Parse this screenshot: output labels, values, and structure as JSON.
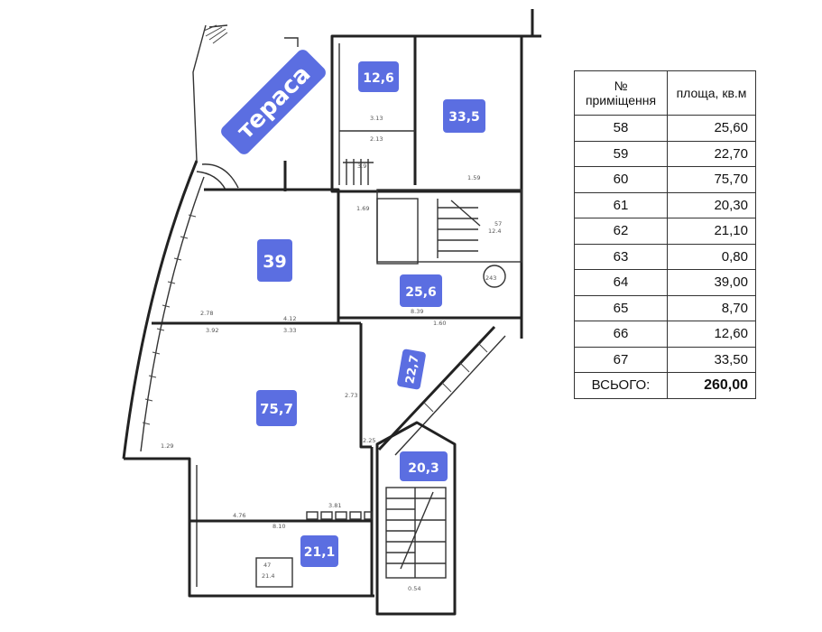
{
  "floorplan": {
    "terrace_label": "тераса",
    "room_tags": [
      "12,6",
      "33,5",
      "39",
      "25,6",
      "22,7",
      "75,7",
      "20,3",
      "21,1"
    ],
    "marker_243": "243",
    "dimensions": [
      "3.13",
      "2.13",
      "1.59",
      "1.69",
      "2.78",
      "4.12",
      "3.92",
      "3.33",
      "1.60",
      "2.73",
      "2.25",
      "1.29",
      "4.76",
      "8.10",
      "3.81",
      "0.54",
      "8.39",
      "12.4",
      "57",
      "3.9",
      "47",
      "21.4"
    ]
  },
  "table": {
    "header_num": "№ приміщення",
    "header_area": "площа, кв.м",
    "rows": [
      {
        "num": "58",
        "area": "25,60"
      },
      {
        "num": "59",
        "area": "22,70"
      },
      {
        "num": "60",
        "area": "75,70"
      },
      {
        "num": "61",
        "area": "20,30"
      },
      {
        "num": "62",
        "area": "21,10"
      },
      {
        "num": "63",
        "area": "0,80"
      },
      {
        "num": "64",
        "area": "39,00"
      },
      {
        "num": "65",
        "area": "8,70"
      },
      {
        "num": "66",
        "area": "12,60"
      },
      {
        "num": "67",
        "area": "33,50"
      }
    ],
    "total_label": "ВСЬОГО:",
    "total_value": "260,00"
  }
}
